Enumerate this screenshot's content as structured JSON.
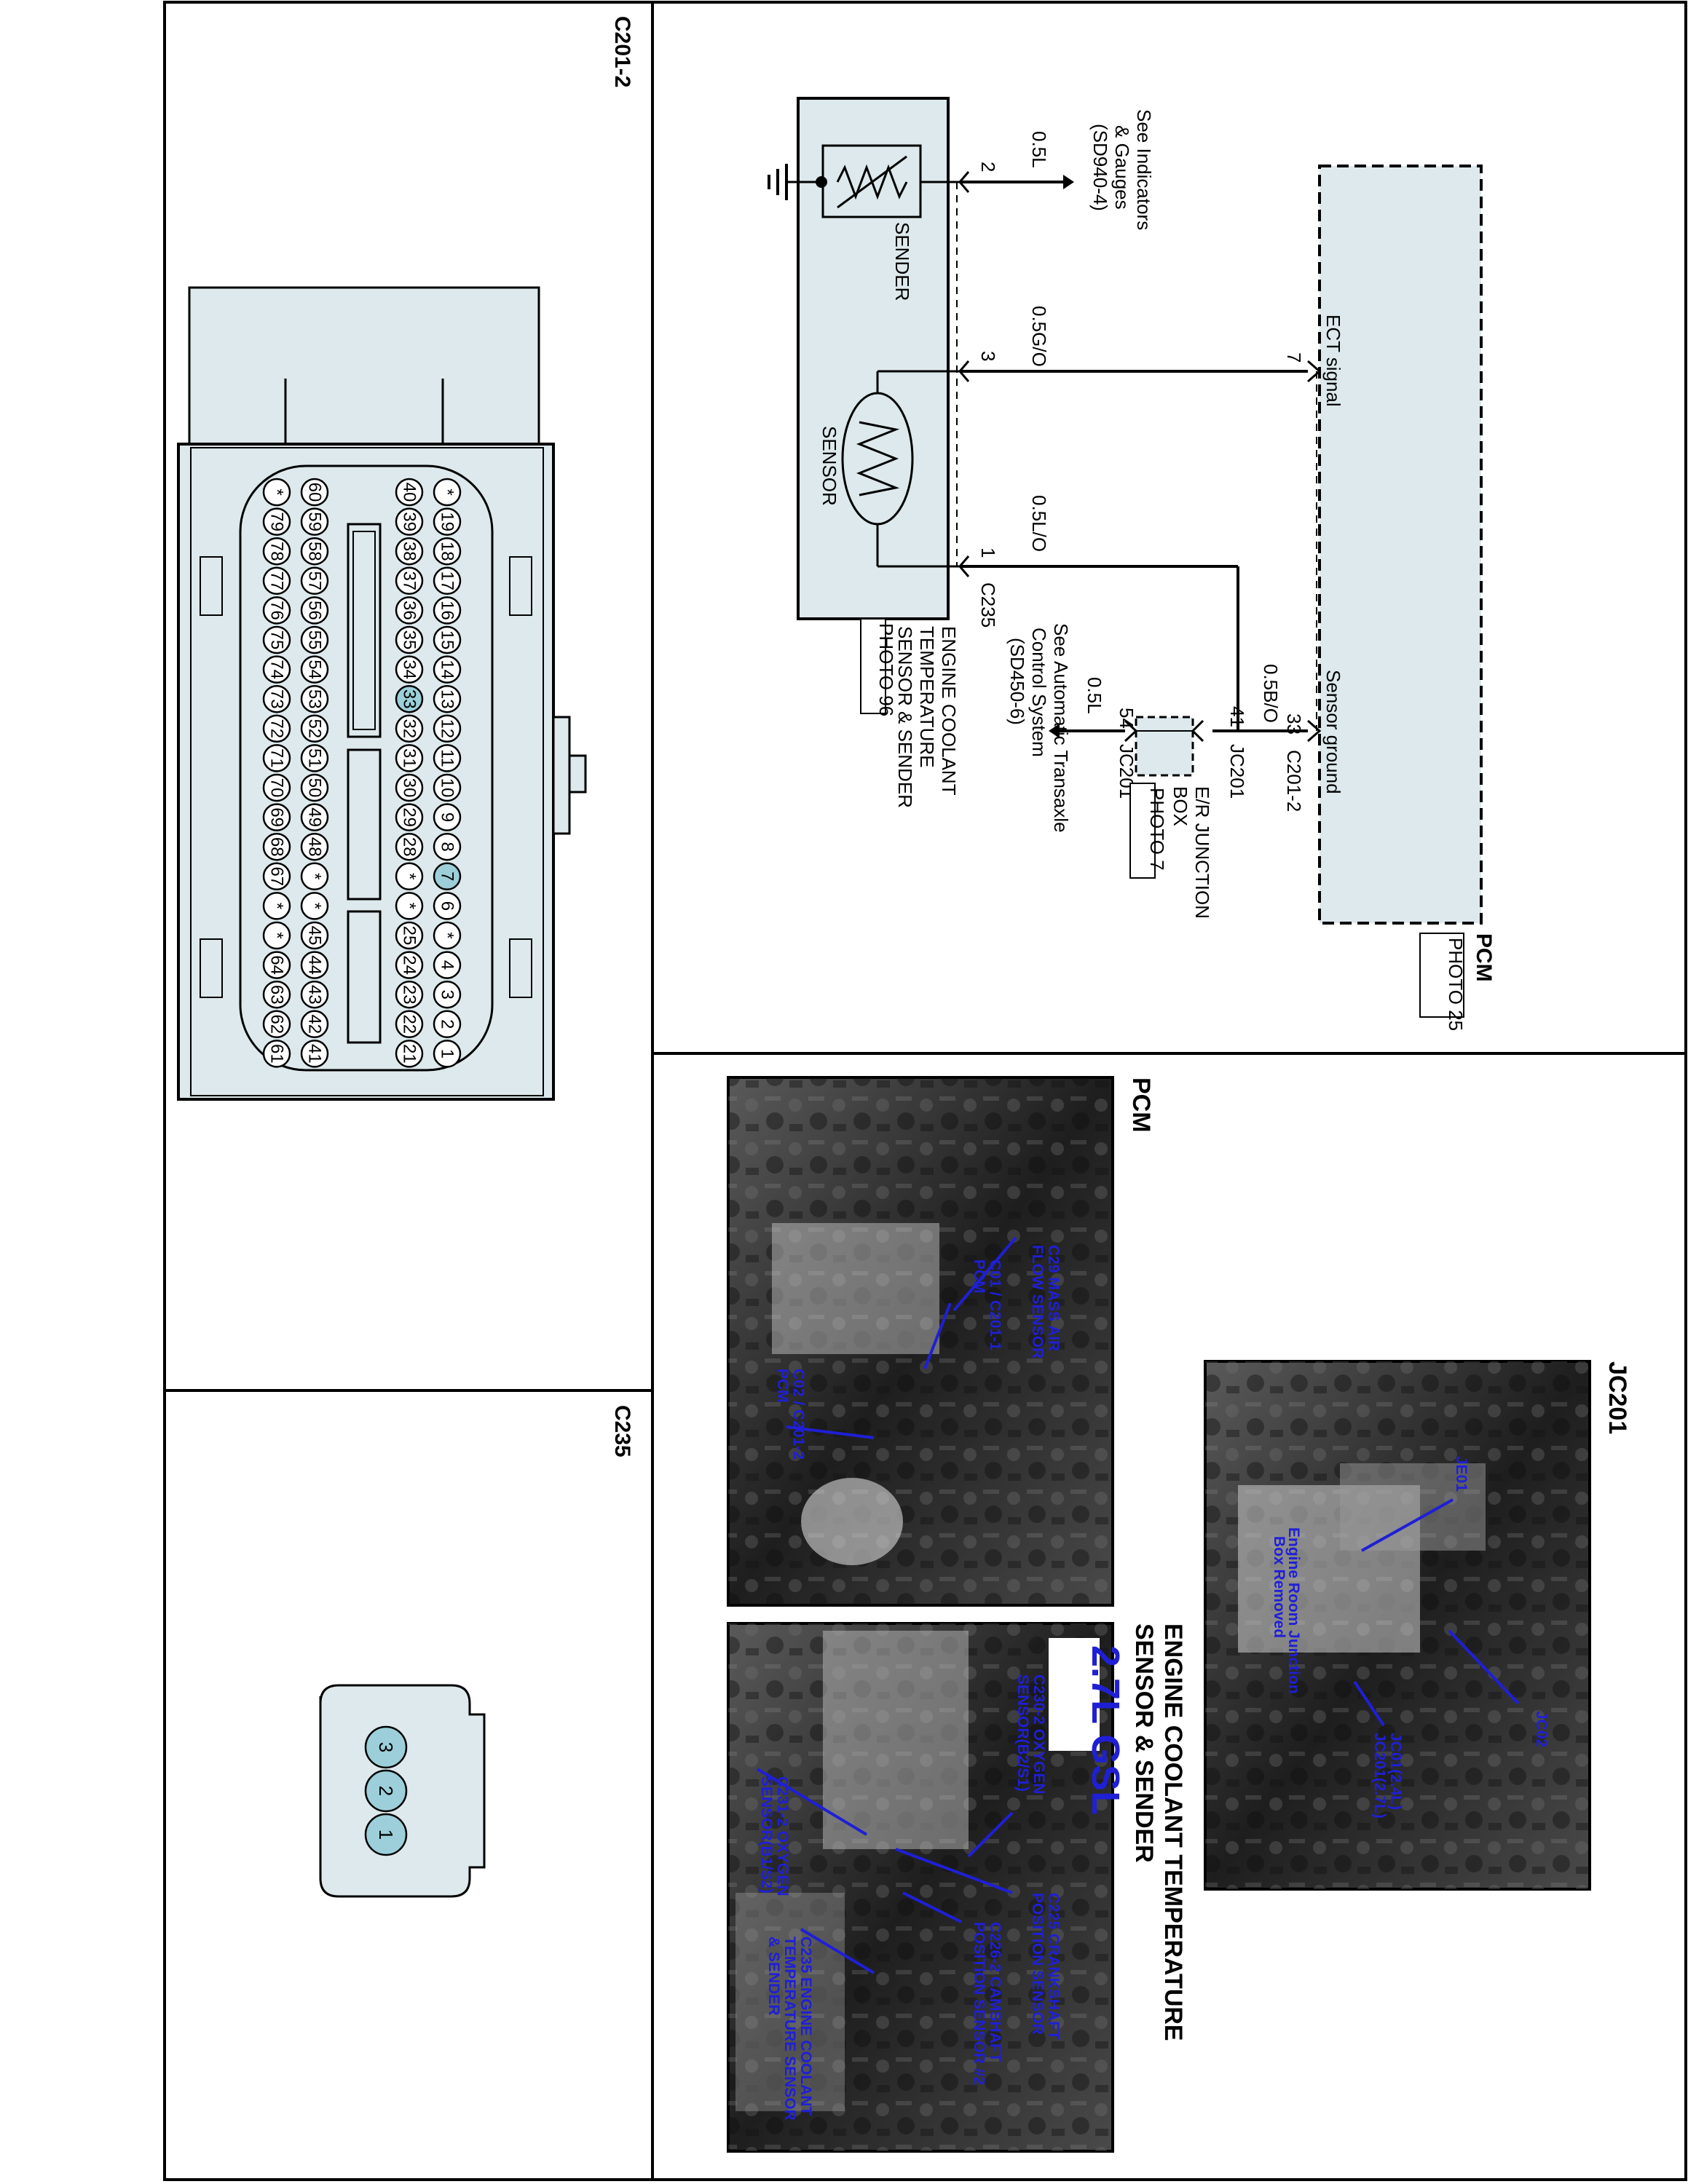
{
  "connector_c201_2": {
    "label": "C201-2",
    "top_row": [
      "*",
      "19",
      "18",
      "17",
      "16",
      "15",
      "14",
      "13",
      "12",
      "11",
      "10",
      "9",
      "8",
      "7",
      "6",
      "*",
      "4",
      "3",
      "2",
      "1"
    ],
    "row_2": [
      "40",
      "39",
      "38",
      "37",
      "36",
      "35",
      "34",
      "33",
      "32",
      "31",
      "30",
      "29",
      "28",
      "*",
      "*",
      "25",
      "24",
      "23",
      "22",
      "21"
    ],
    "row_3": [
      "60",
      "59",
      "58",
      "57",
      "56",
      "55",
      "54",
      "53",
      "52",
      "51",
      "50",
      "49",
      "48",
      "*",
      "*",
      "45",
      "44",
      "43",
      "42",
      "41"
    ],
    "row_4": [
      "*",
      "79",
      "78",
      "77",
      "76",
      "75",
      "74",
      "73",
      "72",
      "71",
      "70",
      "69",
      "68",
      "67",
      "*",
      "*",
      "64",
      "63",
      "62",
      "61"
    ],
    "highlighted_pins": [
      "7",
      "33"
    ]
  },
  "connector_c235": {
    "label": "C235",
    "pins": [
      "3",
      "2",
      "1"
    ]
  },
  "schematic": {
    "pcm_label": "PCM",
    "pcm_photo": "PHOTO\n25",
    "ect_signal": "ECT signal",
    "sensor_ground": "Sensor ground",
    "pin_ect": "7",
    "pin_ground": "33",
    "connector_c201_2": "C201-2",
    "wire_05bo": "0.5B/O",
    "jc_pin_41": "41",
    "jc_pin_54": "54",
    "jc201_top": "JC201",
    "jc201_bottom": "JC201",
    "er_box_line1": "E/R JUNCTION",
    "er_box_line2": "BOX",
    "er_photo": "PHOTO 7",
    "wire_05l_bottom": "0.5L",
    "see_atcs_line1": "See Automatic Transaxle",
    "see_atcs_line2": "Control System",
    "see_atcs_line3": "(SD450-6)",
    "wire_05o": "0.5L/O",
    "wire_05go": "0.5G/O",
    "wire_05l_top": "0.5L",
    "see_gauges_line1": "See Indicators",
    "see_gauges_line2": "& Gauges",
    "see_gauges_line3": "(SD940-4)",
    "pin_1": "1",
    "pin_2": "2",
    "pin_3": "3",
    "c235_label": "C235",
    "sender_label": "SENDER",
    "sensor_label": "SENSOR",
    "component_line1": "ENGINE COOLANT",
    "component_line2": "TEMPERATURE",
    "component_line3": "SENSOR & SENDER",
    "component_photo": "PHOTO 96"
  },
  "photos": {
    "jc201": {
      "title": "JC201",
      "labels": [
        "JE01",
        "JC02",
        "Engine Room Junction",
        "Box Removed",
        "JC01(2.4L)",
        "JC201(2.7L)"
      ]
    },
    "pcm": {
      "title": "PCM",
      "labels": [
        "C29 MASS AIR",
        "FLOW SENSOR",
        "C01 / C201-1",
        "PCM",
        "C02 / C201-2",
        "PCM"
      ]
    },
    "ect": {
      "title_line1": "ENGINE COOLANT TEMPERATURE",
      "title_line2": "SENSOR & SENDER",
      "badge": "2.7L GSL",
      "labels": [
        "C230-2 OXYGEN",
        "SENSOR(B2/S1)",
        "C225 CRANKSHAFT",
        "POSITION SENSOR",
        "C231-2 OXYGEN",
        "SENSOR(B1/S2)",
        "C226-2 CAMSHAFT",
        "POSITION SENSOR #2",
        "C235 ENGINE COOLANT",
        "TEMPERATURE SENSOR",
        "& SENDER"
      ]
    }
  },
  "colors": {
    "panel_fill": "#dde9ec",
    "pin_highlight": "#9ccfd9",
    "label_blue": "#1f1fd6",
    "photo_dark": "#2a2a2a"
  }
}
